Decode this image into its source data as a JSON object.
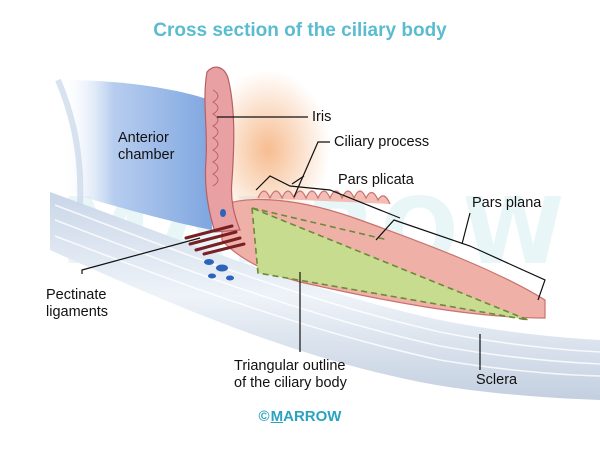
{
  "title": "Cross section of the ciliary body",
  "labels": {
    "anterior_chamber_line1": "Anterior",
    "anterior_chamber_line2": "chamber",
    "iris": "Iris",
    "ciliary_process": "Ciliary process",
    "pars_plicata": "Pars plicata",
    "pars_plana": "Pars plana",
    "pectinate_line1": "Pectinate",
    "pectinate_line2": "ligaments",
    "triangular_line1": "Triangular outline",
    "triangular_line2": "of the ciliary body",
    "sclera": "Sclera"
  },
  "watermark": "MARROW",
  "footer": {
    "symbol": "©",
    "m": "M",
    "rest": "ARROW"
  },
  "colors": {
    "title": "#5bbcd0",
    "anterior_chamber": "#8fb2e6",
    "iris": "#e8a0a3",
    "ciliary_body": "#efb0a8",
    "triangle_fill": "#c7dc8e",
    "triangle_stroke": "#6b8a3a",
    "sclera": "#dfe8f2",
    "vessel": "#2d63b8",
    "footer": "#2aa3c0"
  }
}
